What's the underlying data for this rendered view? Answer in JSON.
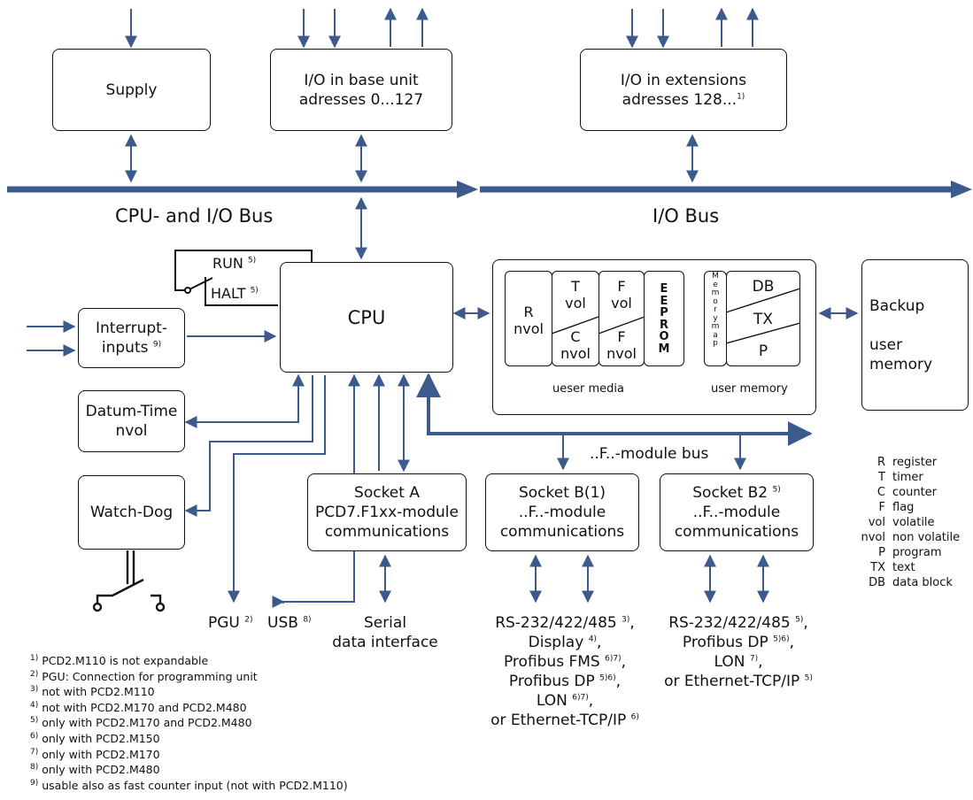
{
  "blocks": {
    "supply": "Supply",
    "io_base": [
      "I/O in base unit",
      "adresses 0...127"
    ],
    "io_ext": [
      "I/O in extensions",
      "adresses 128..."
    ],
    "io_ext_sup": "1)",
    "cpu": "CPU",
    "interrupt": [
      "Interrupt-",
      "inputs"
    ],
    "interrupt_sup": "9)",
    "datum": [
      "Datum-Time",
      "nvol"
    ],
    "watchdog": "Watch-Dog",
    "run": "RUN",
    "run_sup": "5)",
    "halt": "HALT",
    "halt_sup": "5)",
    "socket_a": [
      "Socket A",
      "PCD7.F1xx-module",
      "communications"
    ],
    "socket_b1": [
      "Socket B(1)",
      "..F..-module",
      "communications"
    ],
    "socket_b2": [
      "Socket B2",
      "..F..-module",
      "communications"
    ],
    "socket_b2_sup": "5)",
    "backup": [
      "Backup",
      "user",
      "memory"
    ]
  },
  "buses": {
    "cpu_io": "CPU- and I/O Bus",
    "io": "I/O Bus",
    "fmodule": "..F..-module bus"
  },
  "memory": {
    "r": [
      "R",
      "nvol"
    ],
    "t": [
      "T",
      "vol"
    ],
    "c": [
      "C",
      "nvol"
    ],
    "f_top": [
      "F",
      "vol"
    ],
    "f_bottom": [
      "F",
      "nvol"
    ],
    "eeprom": [
      "E",
      "E",
      "P",
      "R",
      "O",
      "M"
    ],
    "memmap": [
      "M",
      "e",
      "m",
      "o",
      "r",
      "y",
      "m",
      "a",
      "p"
    ],
    "db": "DB",
    "tx": "TX",
    "p": "P",
    "ueser_media": "ueser media",
    "user_memory": "user memory"
  },
  "connections": {
    "pgu": "PGU",
    "pgu_sup": "2)",
    "usb": "USB",
    "usb_sup": "8)",
    "serial": [
      "Serial",
      "data interface"
    ],
    "b1_list": [
      {
        "t": "RS-232/422/485 ",
        "s": "3)",
        "e": ","
      },
      {
        "t": "Display ",
        "s": "4)",
        "e": ","
      },
      {
        "t": "Profibus FMS ",
        "s": "6)7)",
        "e": ","
      },
      {
        "t": "Profibus DP ",
        "s": "5)6)",
        "e": ","
      },
      {
        "t": "LON ",
        "s": "6)7)",
        "e": ","
      },
      {
        "t": "or Ethernet-TCP/IP ",
        "s": "6)",
        "e": ""
      }
    ],
    "b2_list": [
      {
        "t": "RS-232/422/485 ",
        "s": "5)",
        "e": ","
      },
      {
        "t": "Profibus DP ",
        "s": "5)6)",
        "e": ","
      },
      {
        "t": "LON ",
        "s": "7)",
        "e": ","
      },
      {
        "t": "or Ethernet-TCP/IP ",
        "s": "5)",
        "e": ""
      }
    ]
  },
  "legend": [
    [
      "R",
      "register"
    ],
    [
      "T",
      "timer"
    ],
    [
      "C",
      "counter"
    ],
    [
      "F",
      "flag"
    ],
    [
      "vol",
      "volatile"
    ],
    [
      "nvol",
      "non volatile"
    ],
    [
      "P",
      "program"
    ],
    [
      "TX",
      "text"
    ],
    [
      "DB",
      "data block"
    ]
  ],
  "footnotes": [
    [
      "1)",
      "PCD2.M110 is not expandable"
    ],
    [
      "2)",
      "PGU: Connection for programming unit"
    ],
    [
      "3)",
      "not with PCD2.M110"
    ],
    [
      "4)",
      "not with PCD2.M170 and PCD2.M480"
    ],
    [
      "5)",
      "only with PCD2.M170 and PCD2.M480"
    ],
    [
      "6)",
      "only with PCD2.M150"
    ],
    [
      "7)",
      "only with PCD2.M170"
    ],
    [
      "8)",
      "only with PCD2.M480"
    ],
    [
      "9)",
      "usable also as fast counter input (not with PCD2.M110)"
    ]
  ],
  "colors": {
    "bus": "#3d5a8c",
    "line": "#111111",
    "background": "#ffffff"
  }
}
